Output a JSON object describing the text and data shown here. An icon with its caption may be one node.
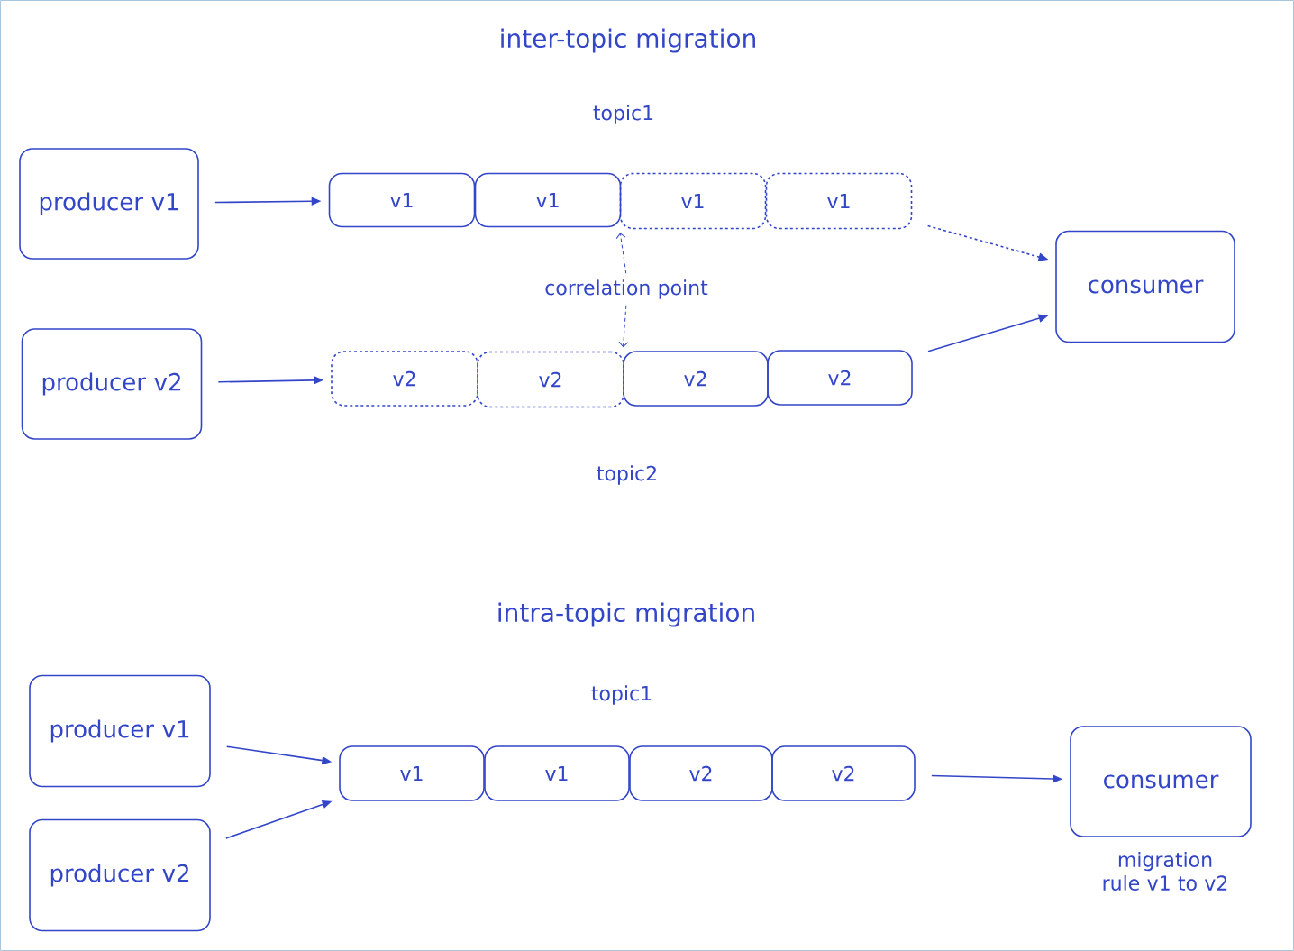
{
  "diagram": {
    "nodes": [
      {
        "text": [
          "producer v1"
        ]
      },
      {
        "text": [
          "producer v2"
        ]
      },
      {
        "text": [
          "v1"
        ]
      },
      {
        "text": [
          "v1"
        ]
      },
      {
        "text": [
          "v1"
        ]
      },
      {
        "text": [
          "v1"
        ]
      },
      {
        "text": [
          "v2"
        ]
      },
      {
        "text": [
          "v2"
        ]
      },
      {
        "text": [
          "v2"
        ]
      },
      {
        "text": [
          "v2"
        ]
      },
      {
        "text": [
          "consumer"
        ]
      },
      {
        "text": [
          "correlation point"
        ]
      },
      {
        "text": [
          "producer v1"
        ]
      },
      {
        "text": [
          "producer v2"
        ]
      },
      {
        "text": [
          "v1"
        ]
      },
      {
        "text": [
          "v1"
        ]
      },
      {
        "text": [
          "v2"
        ]
      },
      {
        "text": [
          "v2"
        ]
      },
      {
        "text": [
          "consumer"
        ],
        "beside": [
          "migration rule v1 to v2"
        ]
      }
    ],
    "edges": [
      {
        "from": 0,
        "to": 2,
        "arrow": "to"
      },
      {
        "from": 1,
        "to": 6,
        "arrow": "to"
      },
      {
        "from": 5,
        "to": 10,
        "arrow": "to",
        "style": "dashed"
      },
      {
        "from": 9,
        "to": 10,
        "arrow": "to"
      },
      {
        "from": 11,
        "to": 4,
        "arrow": "to",
        "style": "dashed"
      },
      {
        "from": 11,
        "to": 8,
        "arrow": "to",
        "style": "dashed"
      },
      {
        "from": 12,
        "to": 14,
        "arrow": "to"
      },
      {
        "from": 13,
        "to": 14,
        "arrow": "to"
      },
      {
        "from": 17,
        "to": 18,
        "arrow": "to"
      }
    ],
    "labels": [
      "inter-topic migration",
      "topic1",
      "topic2",
      "intra-topic migration",
      "topic1"
    ]
  }
}
